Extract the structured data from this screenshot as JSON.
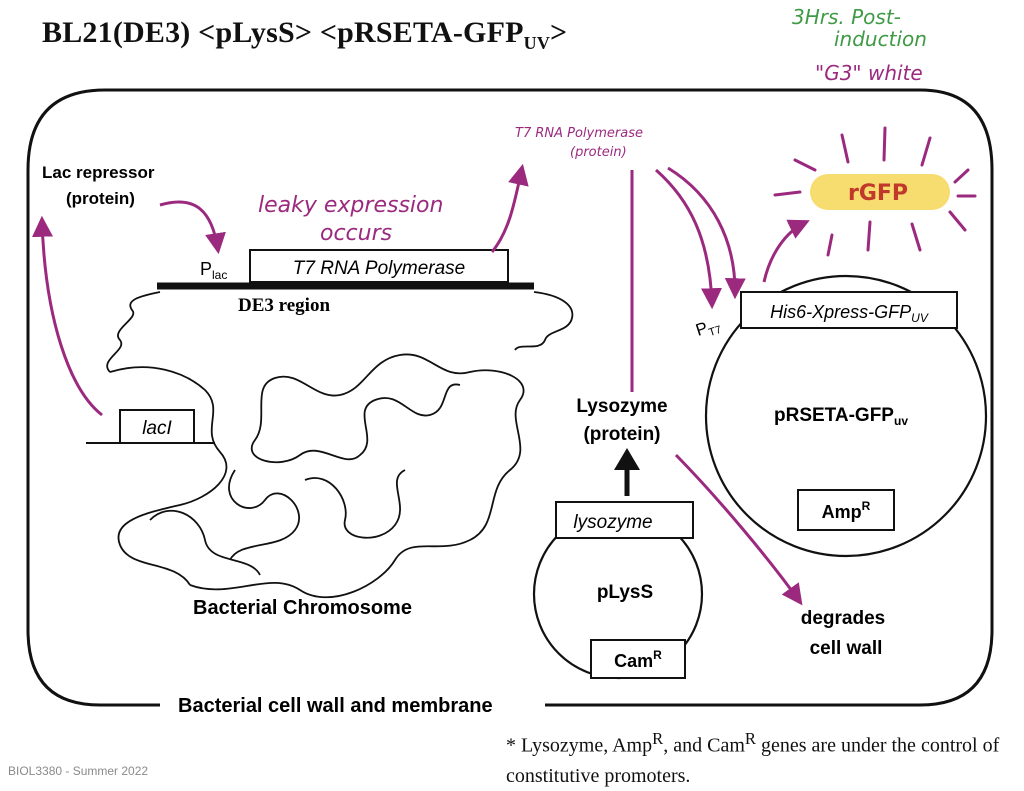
{
  "title": {
    "main": "BL21(DE3) <pLysS>  <pRSETA-GFP",
    "sub": "UV",
    "end": ">"
  },
  "annotations": {
    "note_line1": "3Hrs. Post-",
    "note_line2": "induction",
    "note_line3": "\"G3\" white",
    "leaky_line1": "leaky expression",
    "leaky_line2": "occurs",
    "t7_protein_line1": "T7 RNA Polymerase",
    "t7_protein_line2": "(protein)"
  },
  "labels": {
    "lac_repressor_line1": "Lac repressor",
    "lac_repressor_line2": "(protein)",
    "plac_main": "P",
    "plac_sub": "lac",
    "t7_gene": "T7 RNA Polymerase",
    "de3_region": "DE3 region",
    "laci_gene": "lacI",
    "chromosome": "Bacterial Chromosome",
    "cell_wall": "Bacterial cell wall and membrane",
    "lysozyme_protein_line1": "Lysozyme",
    "lysozyme_protein_line2": "(protein)",
    "lysozyme_gene": "lysozyme",
    "plyss": "pLysS",
    "cam_main": "Cam",
    "cam_sup": "R",
    "pt7_main": "P",
    "pt7_sub": "T7",
    "gfp_gene_main": "His6-Xpress-GFP",
    "gfp_gene_sub": "UV",
    "prseta_main": "pRSETA-GFP",
    "prseta_sub": "uv",
    "amp_main": "Amp",
    "amp_sup": "R",
    "degrades_line1": "degrades",
    "degrades_line2": "cell wall",
    "gfp_product": "rGFP"
  },
  "footnote": {
    "p1": "* Lysozyme, Amp",
    "sup1": "R",
    "p2": ", and Cam",
    "sup2": "R",
    "p3": " genes are under the control of constitutive promoters."
  },
  "footer": "BIOL3380 - Summer 2022",
  "colors": {
    "annotation": "#9b2a7f",
    "green_note": "#3f9a45",
    "highlight": "#f7dc6f",
    "gfp_text": "#c0392b",
    "ink": "#111111"
  }
}
